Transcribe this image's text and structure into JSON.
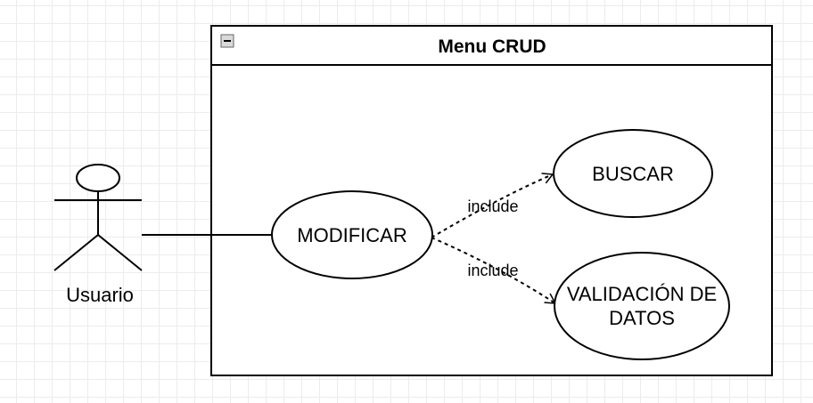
{
  "system": {
    "title": "Menu CRUD",
    "collapse_icon": "minus-box-icon"
  },
  "actor": {
    "name": "Usuario"
  },
  "use_cases": {
    "modificar": "MODIFICAR",
    "buscar": "BUSCAR",
    "validacion_line1": "VALIDACIÓN DE",
    "validacion_line2": "DATOS"
  },
  "relations": {
    "include_buscar": "include",
    "include_validacion": "include"
  }
}
